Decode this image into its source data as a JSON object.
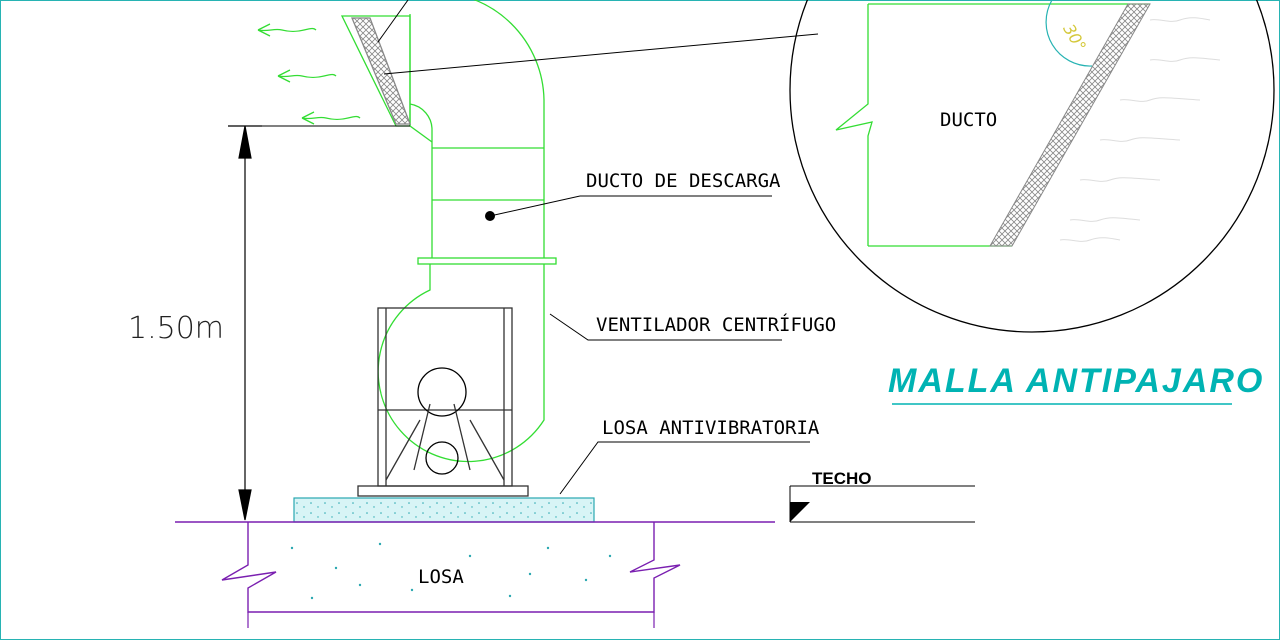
{
  "labels": {
    "duct_detail": "DUCTO",
    "discharge_duct": "DUCTO DE DESCARGA",
    "fan": "VENTILADOR CENTRÍFUGO",
    "vibration_slab": "LOSA ANTIVIBRATORIA",
    "roof": "TECHO",
    "slab": "LOSA",
    "height_dimension": "1.50m",
    "angle": "30°",
    "title": "MALLA ANTIPAJARO"
  },
  "colors": {
    "duct_line": "#33dd33",
    "title": "#00b3b3",
    "slab_line": "#7a1fb0",
    "border": "#27b3b3",
    "angle_mark": "#d4c83a",
    "hatch": "#888888",
    "fan_line": "#333333",
    "foundation_fill": "#d8f4f6"
  },
  "icons": {
    "airflow": "wavy-arrow-icon",
    "dimension": "dimension-arrow-icon",
    "level_marker": "level-triangle-icon"
  }
}
